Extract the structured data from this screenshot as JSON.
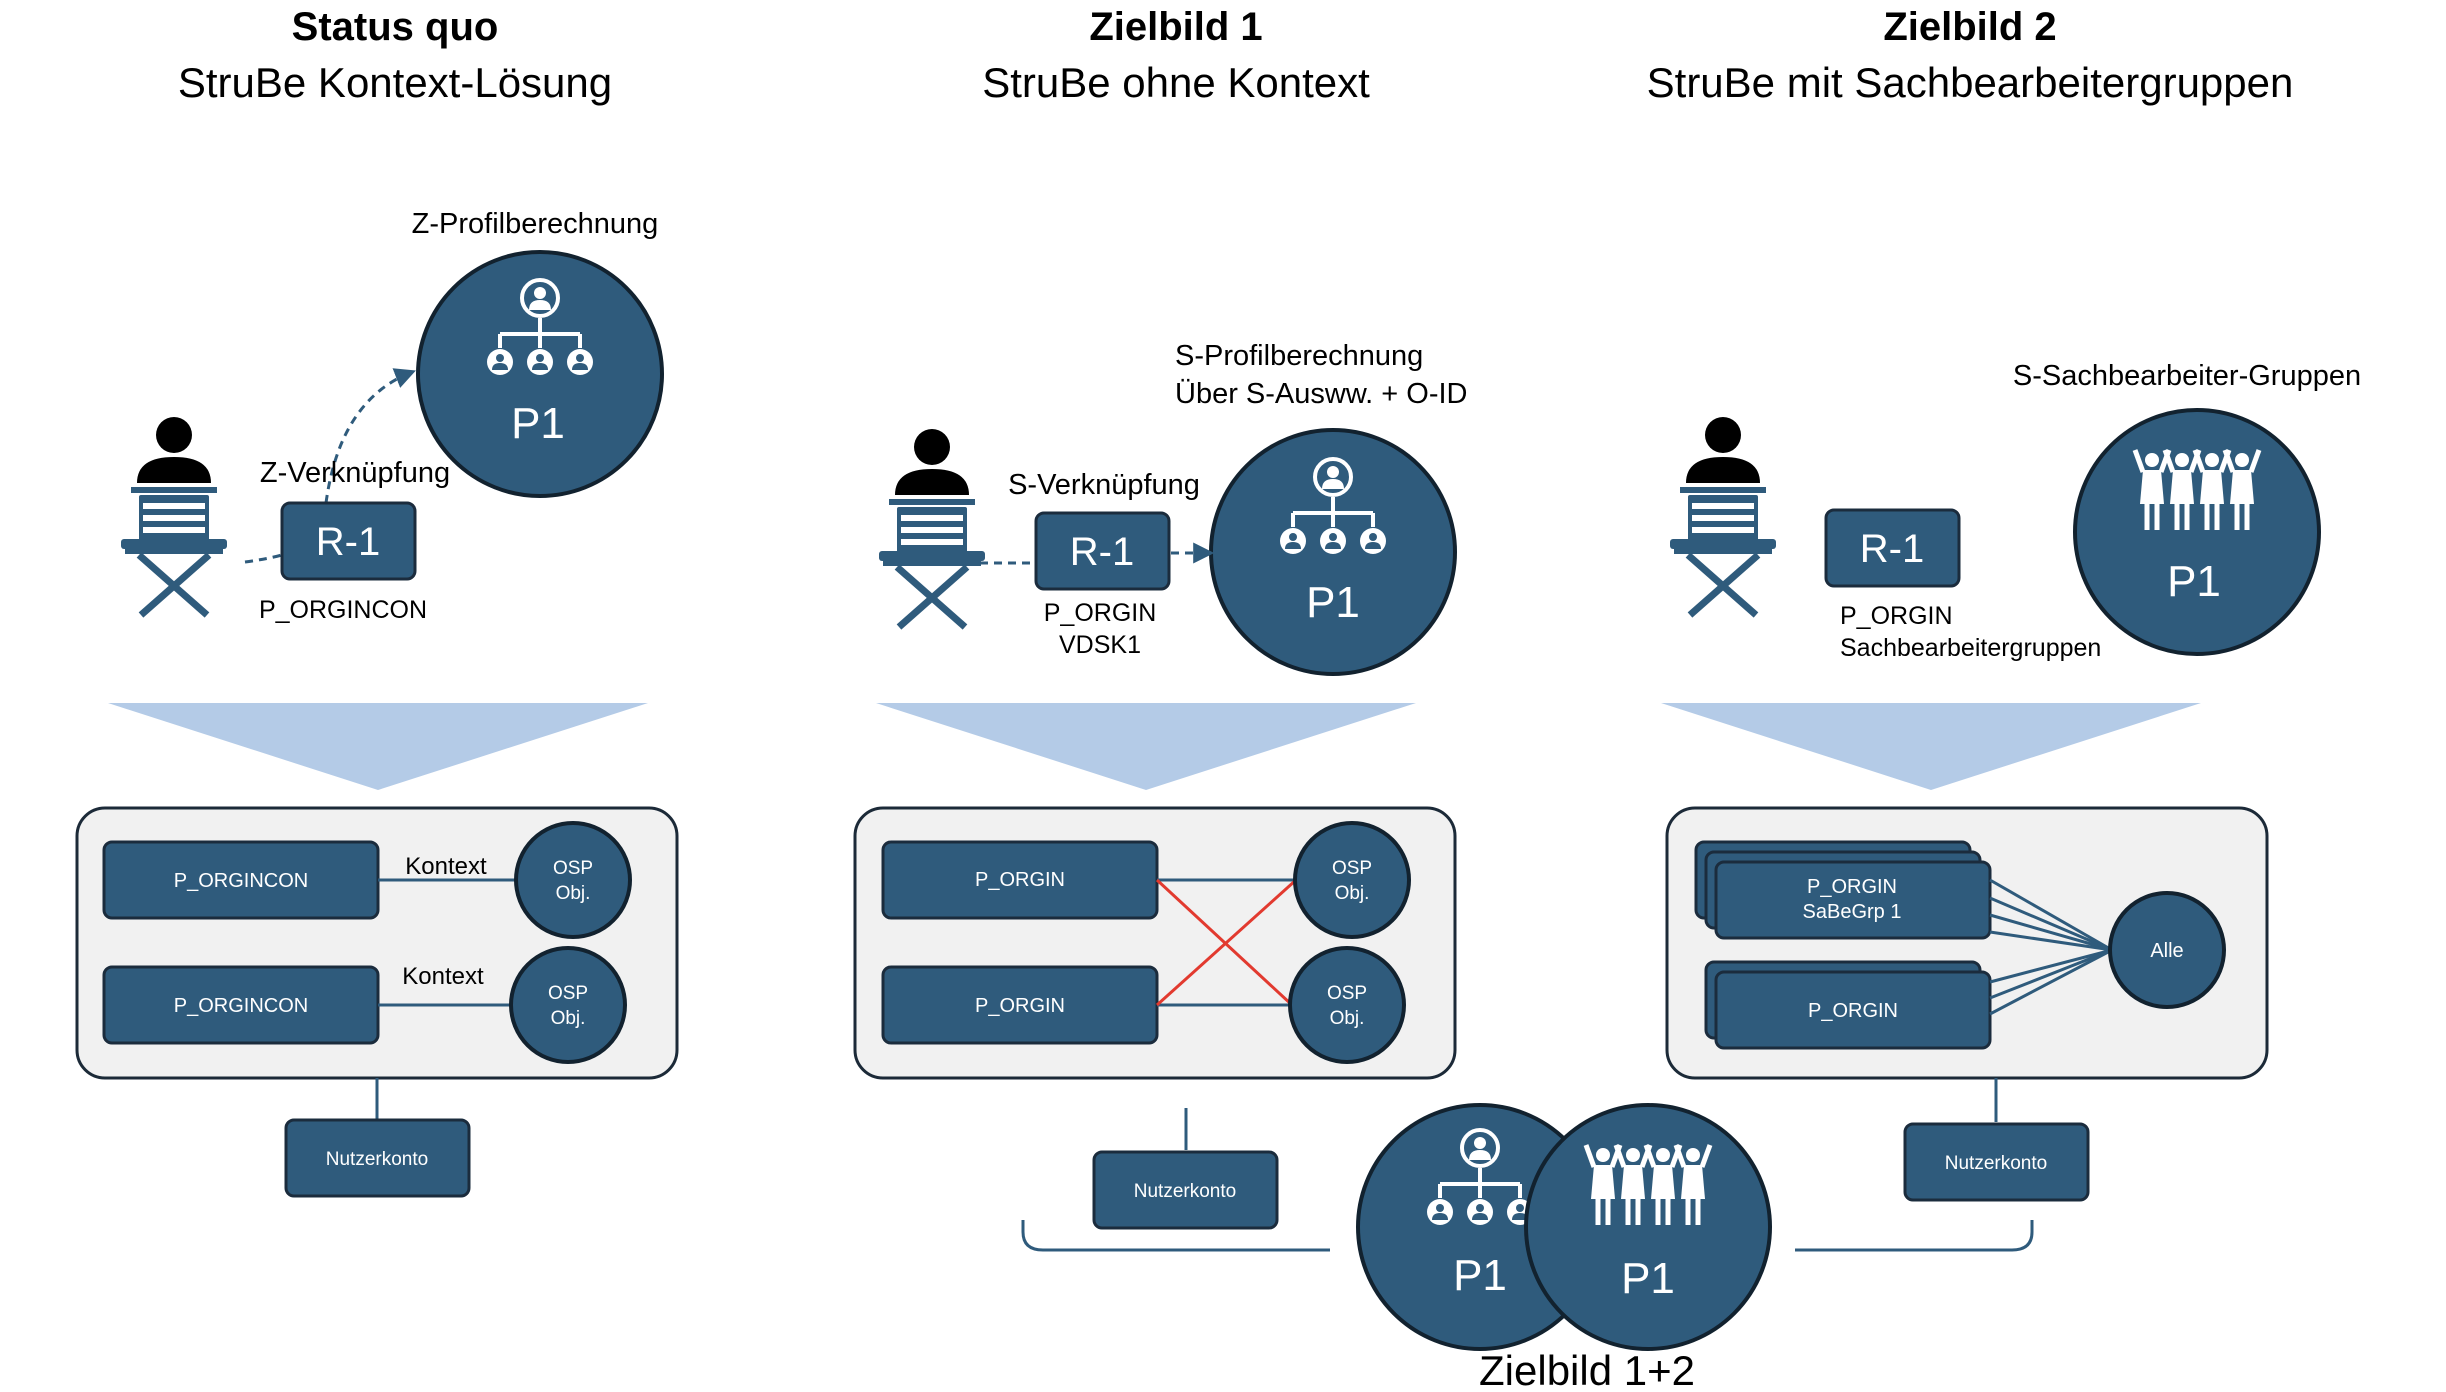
{
  "columns": [
    {
      "title": "Status quo",
      "subtitle": "StruBe Kontext-Lösung",
      "profile_label": "Z-Profilberechnung",
      "link_label": "Z-Verknüpfung",
      "role_box": "R-1",
      "role_caption": "P_ORGINCON",
      "circle_label": "P1",
      "rows": [
        {
          "box": "P_ORGINCON",
          "connector_label": "Kontext",
          "object": [
            "OSP",
            "Obj."
          ]
        },
        {
          "box": "P_ORGINCON",
          "connector_label": "Kontext",
          "object": [
            "OSP",
            "Obj."
          ]
        }
      ],
      "account": "Nutzerkonto"
    },
    {
      "title": "Zielbild 1",
      "subtitle": "StruBe ohne Kontext",
      "profile_label_1": "S-Profilberechnung",
      "profile_label_2": "Über S-Ausww. + O-ID",
      "link_label": "S-Verknüpfung",
      "role_box": "R-1",
      "role_caption_1": "P_ORGIN",
      "role_caption_2": "VDSK1",
      "circle_label": "P1",
      "rows": [
        {
          "box": "P_ORGIN",
          "object": [
            "OSP",
            "Obj."
          ]
        },
        {
          "box": "P_ORGIN",
          "object": [
            "OSP",
            "Obj."
          ]
        }
      ],
      "account": "Nutzerkonto"
    },
    {
      "title": "Zielbild 2",
      "subtitle": "StruBe mit Sachbearbeitergruppen",
      "group_label": "S-Sachbearbeiter-Gruppen",
      "role_box": "R-1",
      "role_caption_1": "P_ORGIN",
      "role_caption_2": "Sachbearbeitergruppen",
      "circle_label": "P1",
      "stack_1": [
        "P_ORGIN",
        "SaBeGrp 1"
      ],
      "stack_2": "P_ORGIN",
      "all_label": "Alle",
      "account": "Nutzerkonto"
    }
  ],
  "combined": {
    "circle_left": "P1",
    "circle_right": "P1",
    "caption": "Zielbild 1+2"
  },
  "colors": {
    "primary": "#2f5b7c",
    "panel": "#f1f1f1",
    "funnel": "#b4cbe7",
    "crossing": "#e23a2f"
  },
  "icons": [
    "director-chair-person-icon",
    "org-chart-icon",
    "group-people-icon"
  ]
}
